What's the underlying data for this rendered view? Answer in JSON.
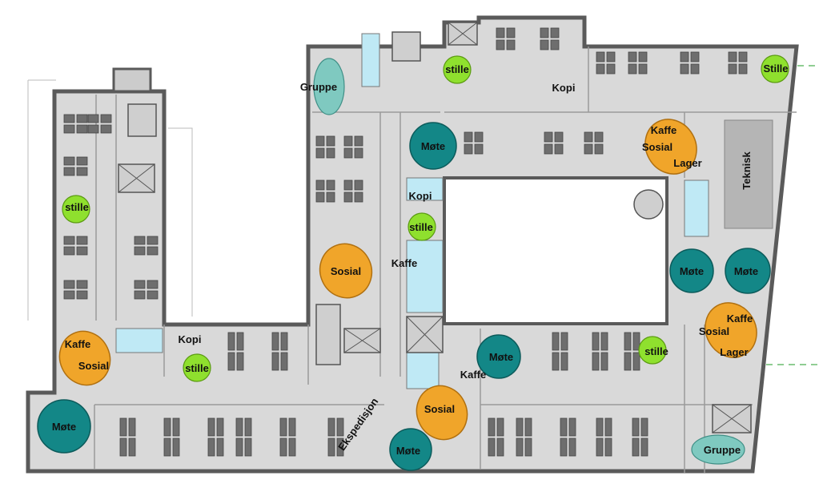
{
  "colors": {
    "wall": "#5a5a5a",
    "floor": "#d9d9d9",
    "desk": "#6e6e6e",
    "wet_room": "#bfe9f5",
    "mote": "#138787",
    "sosial": "#f0a52a",
    "stille": "#8fe02e",
    "gruppe": "#7fc9c0",
    "teknisk": "#b5b5b5"
  },
  "rooms": {
    "mote": [
      "Møte",
      "Møte",
      "Møte",
      "Møte",
      "Møte",
      "Møte"
    ],
    "sosial": [
      "Sosial",
      "Sosial",
      "Sosial",
      "Sosial",
      "Sosial"
    ],
    "stille": [
      "stille",
      "stille",
      "stille",
      "stille",
      "stille",
      "Stille"
    ],
    "gruppe": [
      "Gruppe",
      "Gruppe"
    ],
    "kaffe": [
      "Kaffe",
      "Kaffe",
      "Kaffe",
      "Kaffe",
      "Kaffe"
    ],
    "lager": [
      "Lager",
      "Lager"
    ],
    "kopi": [
      "Kopi",
      "Kopi",
      "Kopi"
    ],
    "teknisk": "Teknisk",
    "ekspedisjon": "Ekspedisjon"
  }
}
